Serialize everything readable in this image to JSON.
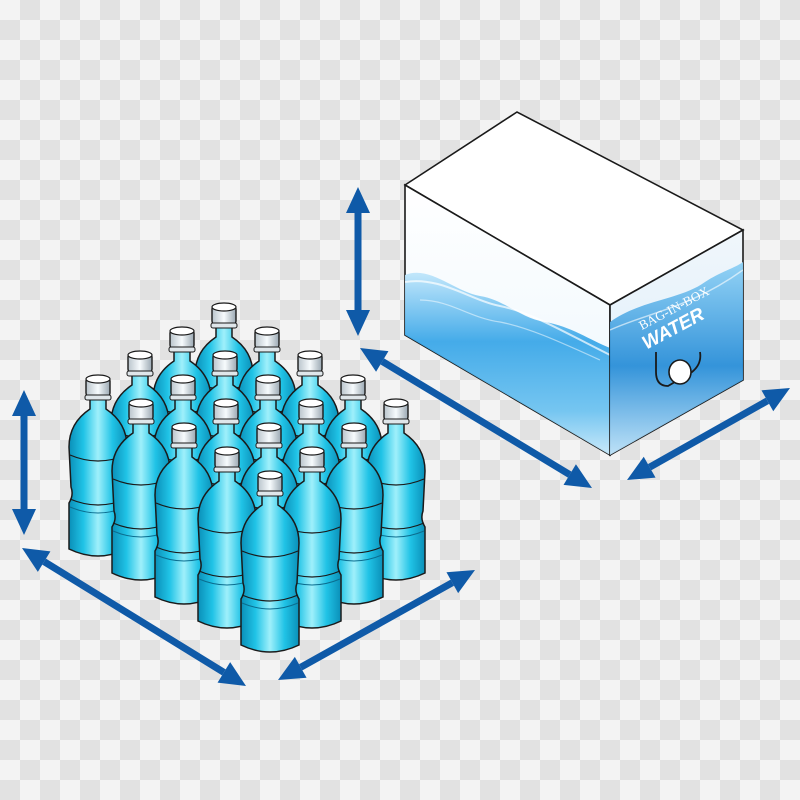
{
  "box": {
    "top_line": "BAG-IN-BOX",
    "title": "WATER"
  },
  "colors": {
    "arrow": "#0f5aa8",
    "bottle_light": "#7fe6f5",
    "bottle_mid": "#20c3e6",
    "bottle_dark": "#0a8fb8",
    "box_face": "#ffffff",
    "water": "#1c8fd6"
  },
  "bottles": {
    "rows": 4,
    "columns": 5,
    "count": 20
  }
}
